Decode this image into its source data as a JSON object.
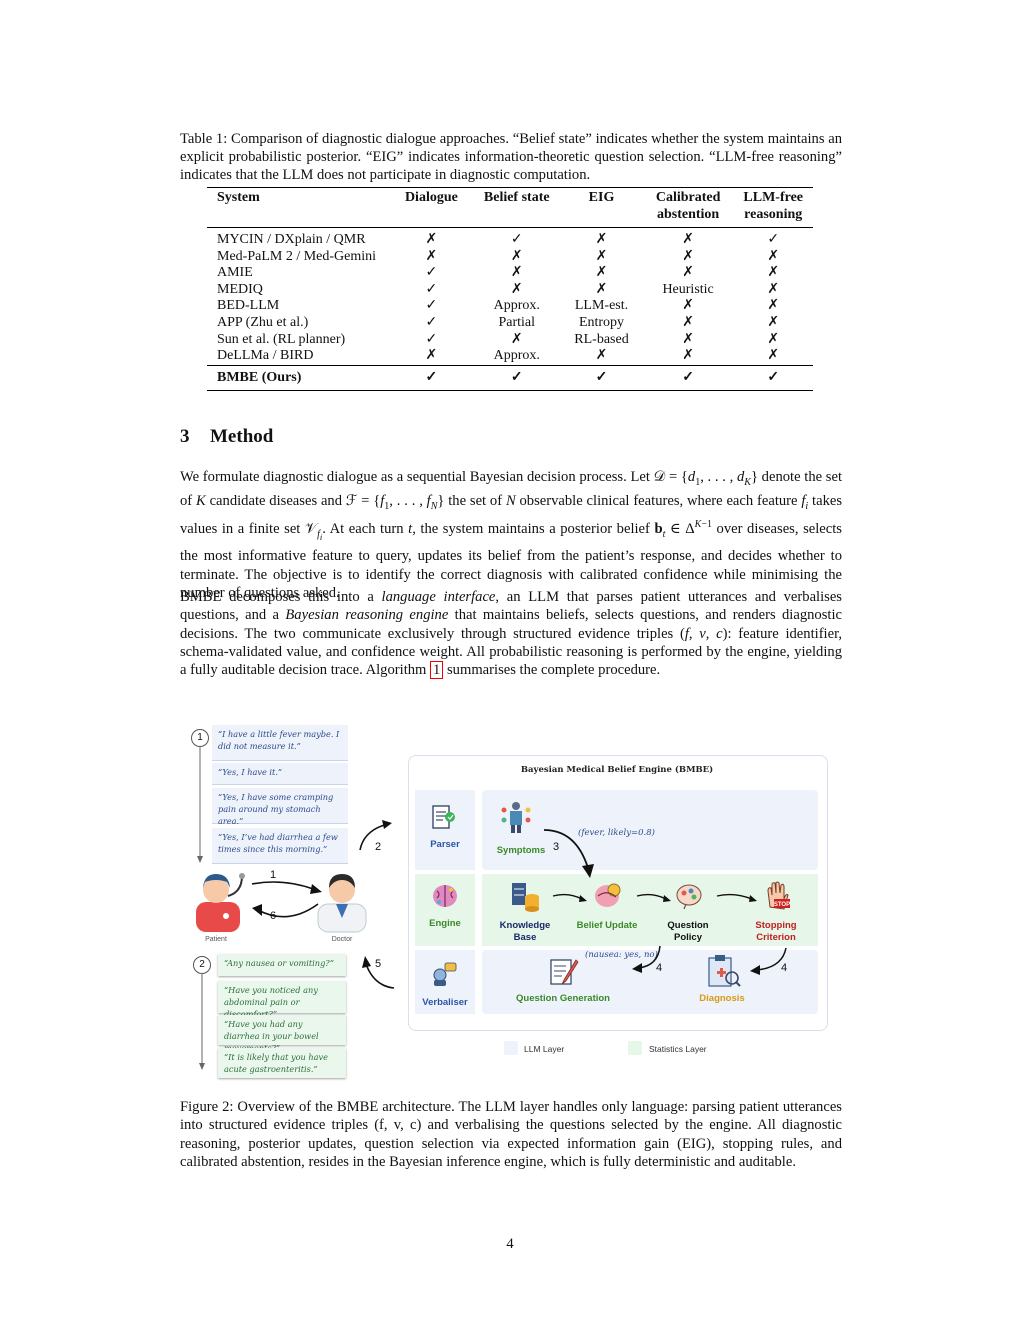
{
  "table_caption": {
    "label": "Table 1:",
    "text": "Comparison of diagnostic dialogue approaches. “Belief state” indicates whether the system maintains an explicit probabilistic posterior. “EIG” indicates information-theoretic question selection. “LLM-free reasoning” indicates that the LLM does not participate in diagnostic computation."
  },
  "table": {
    "headers": [
      "System",
      "Dialogue",
      "Belief state",
      "EIG",
      "Calibrated abstention",
      "LLM-free reasoning"
    ],
    "rows": [
      [
        "MYCIN / DXplain / QMR",
        "✗",
        "✓",
        "✗",
        "✗",
        "✓"
      ],
      [
        "Med-PaLM 2 / Med-Gemini",
        "✗",
        "✗",
        "✗",
        "✗",
        "✗"
      ],
      [
        "AMIE",
        "✓",
        "✗",
        "✗",
        "✗",
        "✗"
      ],
      [
        "MEDIQ",
        "✓",
        "✗",
        "✗",
        "Heuristic",
        "✗"
      ],
      [
        "BED-LLM",
        "✓",
        "Approx.",
        "LLM-est.",
        "✗",
        "✗"
      ],
      [
        "APP (Zhu et al.)",
        "✓",
        "Partial",
        "Entropy",
        "✗",
        "✗"
      ],
      [
        "Sun et al. (RL planner)",
        "✓",
        "✗",
        "RL-based",
        "✗",
        "✗"
      ],
      [
        "DeLLMa / BIRD",
        "✗",
        "Approx.",
        "✗",
        "✗",
        "✗"
      ]
    ],
    "ours": [
      "BMBE (Ours)",
      "✓",
      "✓",
      "✓",
      "✓",
      "✓"
    ]
  },
  "section": {
    "number": "3",
    "title": "Method"
  },
  "figure": {
    "patient_bubbles": [
      "“I have a little fever maybe. I did not measure it.”",
      "“Yes, I have it.”",
      "“Yes, I have some cramping pain around my stomach area.”",
      "“Yes, I’ve had diarrhea a few times since this morning.”"
    ],
    "doctor_bubbles": [
      "“Any nausea or vomiting?”",
      "“Have you noticed any abdominal pain or discomfort?”",
      "“Have you had any diarrhea in your bowel movements?”",
      "“It is likely that you have acute gastroenteritis.”"
    ],
    "circle_1": "1",
    "circle_2": "2",
    "arrow_labels": [
      "1",
      "6",
      "2",
      "5",
      "3",
      "4",
      "4"
    ],
    "patient_label": "Patient",
    "doctor_label": "Doctor",
    "engine_title": "Bayesian Medical Belief Engine (BMBE)",
    "row_labels": [
      "Parser",
      "Engine",
      "Verbaliser"
    ],
    "symptoms": "Symptoms",
    "evidence_example": "(fever, likely=0.8)",
    "nodes": [
      "Knowledge Base",
      "Belief Update",
      "Question Policy",
      "Stopping Criterion"
    ],
    "nausea_example": "(nausea: yes, no)",
    "question_generation": "Question Generation",
    "diagnosis": "Diagnosis",
    "legend": [
      "LLM Layer",
      "Statistics Layer"
    ],
    "colors": {
      "llm_layer": "#eef2fa",
      "stats_layer": "#e6f6e8",
      "parser_blue": "#2a55a8",
      "engine_green": "#3a8a2a",
      "stop_red": "#c02020",
      "diagnosis_orange": "#d89a10"
    }
  },
  "figure_caption": {
    "label": "Figure 2:",
    "text": "Overview of the BMBE architecture. The LLM layer handles only language: parsing patient utterances into structured evidence triples (f, v, c) and verbalising the questions selected by the engine. All diagnostic reasoning, posterior updates, question selection via expected information gain (EIG), stopping rules, and calibrated abstention, resides in the Bayesian inference engine, which is fully deterministic and auditable."
  },
  "page_number": "4"
}
